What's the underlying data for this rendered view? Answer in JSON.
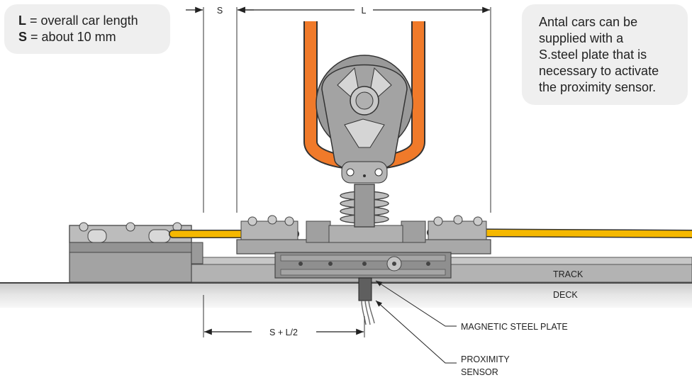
{
  "legend": {
    "l_key": "L",
    "l_text": "= overall car length",
    "s_key": "S",
    "s_text": "= about 10 mm"
  },
  "info_note": {
    "line1": "Antal cars can be",
    "line2": "supplied with a",
    "line3": "S.steel plate that is",
    "line4": "necessary to activate",
    "line5": "the proximity sensor."
  },
  "dimensions": {
    "s_label": "S",
    "l_label": "L",
    "offset_label": "S + L/2"
  },
  "labels": {
    "track": "TRACK",
    "deck": "DECK",
    "plate": "MAGNETIC STEEL PLATE",
    "sensor_line1": "PROXIMITY",
    "sensor_line2": "SENSOR"
  },
  "colors": {
    "rope": "#f5b800",
    "strap": "#f07a2a",
    "metal": "#9c9c9c",
    "deck": "#dcdcdc"
  }
}
